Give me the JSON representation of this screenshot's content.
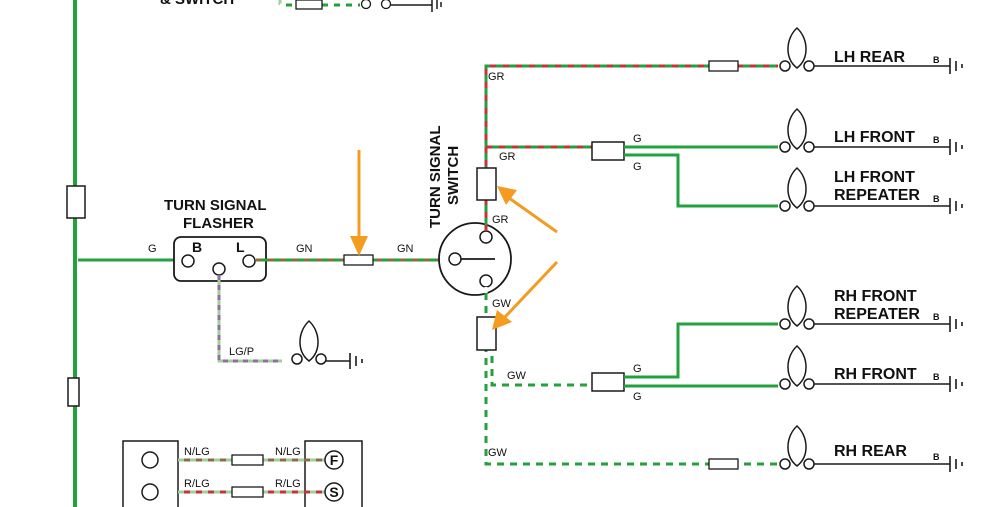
{
  "colors": {
    "green": "#22a13c",
    "red": "#c8323a",
    "light_green": "#9fcf9a",
    "brown": "#8b6d45",
    "purple": "#8e6f9d",
    "white": "#ffffff",
    "arrow": "#f39c1f",
    "ink": "#1a1a1a"
  },
  "icons": [
    "bulb-icon",
    "ground-icon",
    "fuse-icon",
    "connector-icon",
    "arrow-icon"
  ],
  "title_fragment": "& SWITCH",
  "flasher": {
    "title_line1": "TURN SIGNAL",
    "title_line2": "FLASHER",
    "pin_b": "B",
    "pin_l": "L"
  },
  "switch": {
    "title_line1": "TURN SIGNAL",
    "title_line2": "SWITCH"
  },
  "wires": {
    "g_flasher": "G",
    "gn_left": "GN",
    "gn_right": "GN",
    "lgp": "LG/P",
    "gr_top": "GR",
    "gr_mid": "GR",
    "gr_switch": "GR",
    "gw_switch": "GW",
    "gw_low": "GW",
    "gw_bottom": "GW",
    "g_lhf_upper": "G",
    "g_lhf_lower": "G",
    "g_rhf_upper": "G",
    "g_rhf_lower": "G",
    "nlg_left": "N/LG",
    "nlg_right": "N/LG",
    "rlg_left": "R/LG",
    "rlg_right": "R/LG"
  },
  "lamps": {
    "lh_rear": "LH REAR",
    "lh_front": "LH FRONT",
    "lh_front_repeater_1": "LH FRONT",
    "lh_front_repeater_2": "REPEATER",
    "rh_front_repeater_1": "RH FRONT",
    "rh_front_repeater_2": "REPEATER",
    "rh_front": "RH FRONT",
    "rh_rear": "RH REAR",
    "ground_b": "B"
  },
  "hazard_switch": {
    "pin_f": "F",
    "pin_s": "S"
  }
}
